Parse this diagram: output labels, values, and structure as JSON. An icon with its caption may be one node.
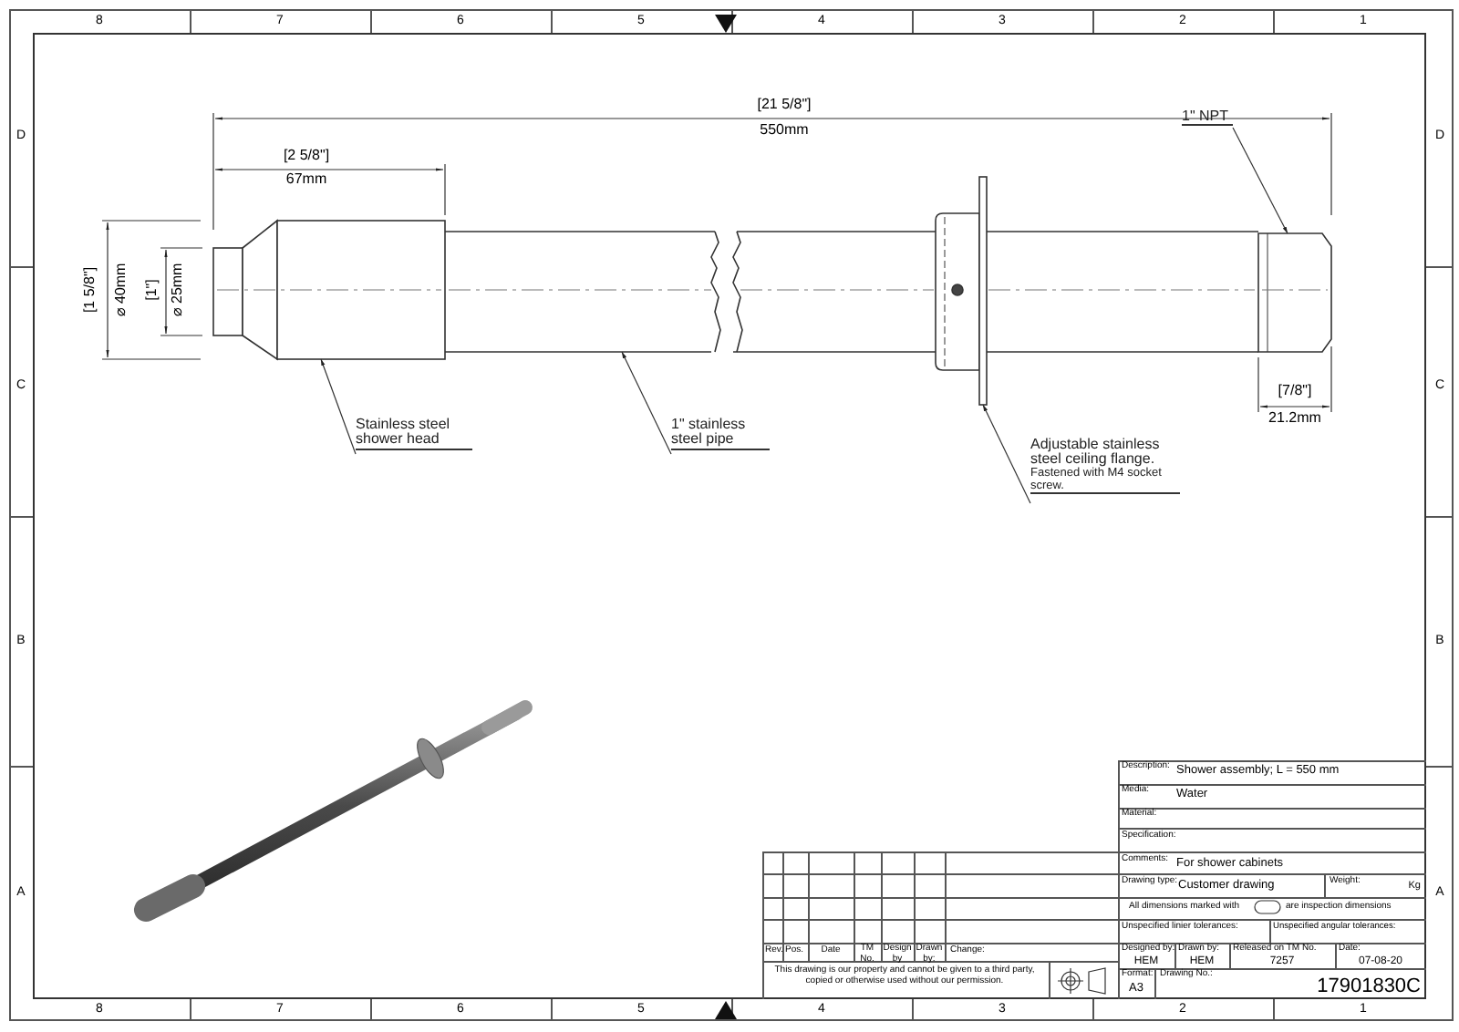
{
  "diagram": {
    "nodes": [
      {
        "text": [
          "Stainless steel shower head"
        ]
      },
      {
        "text": [
          "1\" stainless steel pipe"
        ]
      },
      {
        "text": [
          "Adjustable stainless steel ceiling flange.",
          "Fastened with M4 socket screw."
        ]
      },
      {
        "text": [
          "1\" NPT"
        ]
      },
      {
        "text": [],
        "shape": "box"
      },
      {
        "text": [],
        "shape": "box"
      },
      {
        "text": [],
        "shape": "box"
      },
      {
        "text": [],
        "shape": "box"
      }
    ],
    "edges": [
      {
        "from": 0,
        "to": 4,
        "arrow": "to"
      },
      {
        "from": 1,
        "to": 5,
        "arrow": "to"
      },
      {
        "from": 2,
        "to": 6,
        "arrow": "to"
      },
      {
        "from": 3,
        "to": 7,
        "arrow": "to"
      }
    ],
    "labels": [
      "8",
      "7",
      "6",
      "5",
      "4",
      "3",
      "2",
      "1",
      "[21 5/8\"]",
      "550mm",
      "[2 5/8\"]",
      "67mm",
      "D",
      "D",
      "[1 5/8\"]",
      "⌀ 40mm",
      "[1\"]",
      "⌀ 25mm",
      "C",
      "C",
      "[7/8\"]",
      "21.2mm",
      "B",
      "B",
      "A",
      "A",
      "Description:",
      "Shower assembly; L = 550 mm",
      "Media:",
      "Water",
      "Material:",
      "Specification:",
      "Comments:",
      "For shower cabinets",
      "Drawing type:",
      "Customer drawing",
      "Weight:",
      "Kg",
      "All dimensions marked with",
      "are inspection dimensions",
      "Unspecified linier tolerances:",
      "Unspecified angular tolerances:",
      "Rev.",
      "Pos.",
      "Date",
      "TM No.",
      "Design by",
      "Drawn by:",
      "Change:",
      "Designed by:",
      "Drawn by:",
      "Released on TM No.",
      "Date:",
      "HEM",
      "HEM",
      "7257",
      "07-08-20",
      "This drawing is our property and cannot be given to a third party, copied or otherwise used without our permission.",
      "Format:",
      "A3",
      "Drawing No.:",
      "17901830C",
      "8",
      "7",
      "6",
      "5",
      "4",
      "3",
      "2",
      "1"
    ]
  }
}
